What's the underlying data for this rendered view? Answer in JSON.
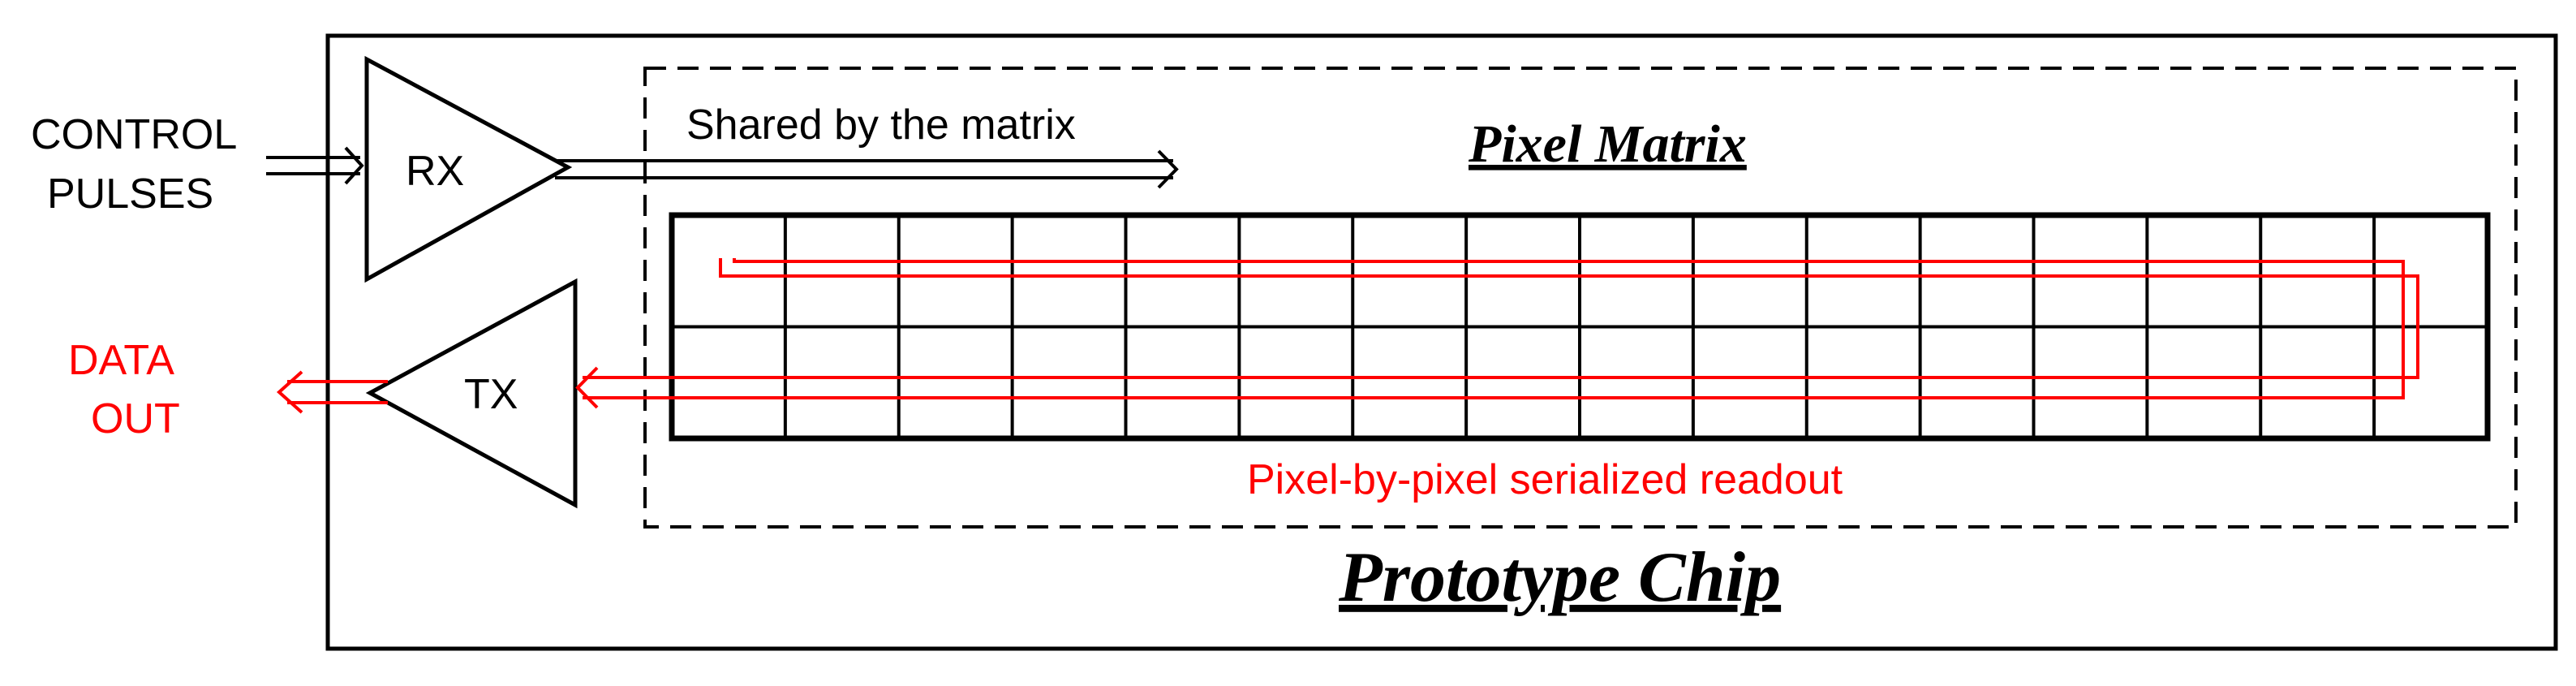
{
  "inputs": {
    "line1": "CONTROL",
    "line2": "PULSES"
  },
  "outputs": {
    "line1": "DATA",
    "line2": "OUT"
  },
  "rx_label": "RX",
  "tx_label": "TX",
  "shared_label": "Shared by the matrix",
  "matrix_title": "Pixel Matrix",
  "readout_label": "Pixel-by-pixel serialized readout",
  "chip_title": "Prototype Chip",
  "matrix": {
    "rows": 2,
    "cols": 16
  },
  "colors": {
    "ink": "#000000",
    "readout": "#ff0000"
  }
}
